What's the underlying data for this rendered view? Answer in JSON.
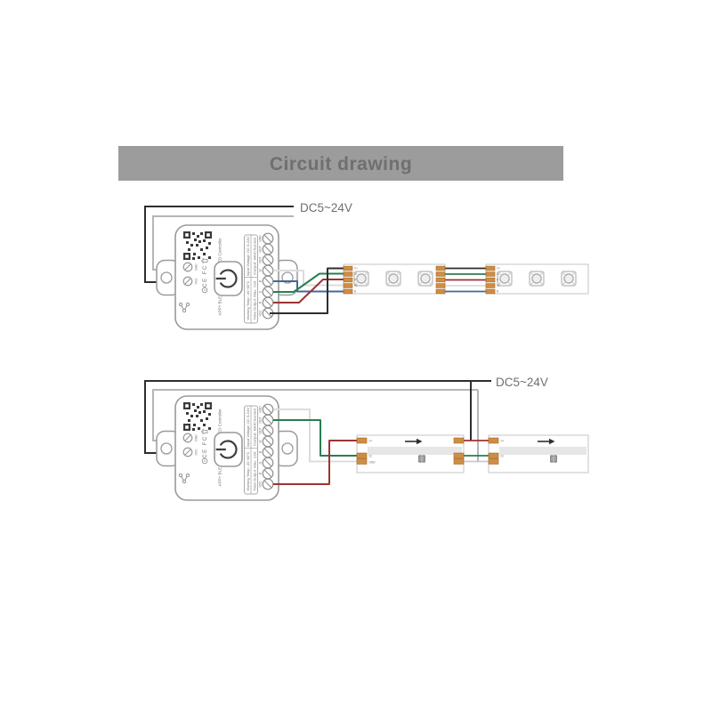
{
  "banner": {
    "title": "Circuit drawing",
    "bg": "#9c9c9c"
  },
  "power": {
    "label": "DC5~24V"
  },
  "controller": {
    "brand": "APP+ BLE PWM All-in-One LED Controller",
    "cert": "CE FC",
    "inputs": [
      "GND",
      "VCC"
    ],
    "terminals": [
      "GND",
      "OUT",
      "OUT",
      "W",
      "B",
      "G",
      "R",
      "VCC"
    ],
    "specs": {
      "input_voltage": "Input Voltage: DC 5-24V",
      "working_temp": "Working Temp: -30~60°C",
      "output": "Output: 8A/Channel",
      "total_output": "Total Output: Max. 12A"
    }
  },
  "strip1": {
    "type": "SMD RGBW LED strip",
    "pads": [
      "V+",
      "G",
      "R",
      "W",
      "B"
    ],
    "wire_colors": [
      "#2e2e2e",
      "#2a7d52",
      "#9c3434",
      "#dcdcdc",
      "#44679b"
    ]
  },
  "strip2": {
    "type": "COB addressable LED strip",
    "pads": [
      "V+",
      "Di",
      "GND"
    ]
  },
  "colors": {
    "banner_bg": "#9c9c9c",
    "wire_black": "#2e2e2e",
    "wire_gray": "#b5b5b5",
    "wire_green": "#2a7d52",
    "wire_red": "#9c3434",
    "wire_blue": "#44679b",
    "wire_white": "#dcdcdc",
    "pad": "#cf8d44"
  }
}
